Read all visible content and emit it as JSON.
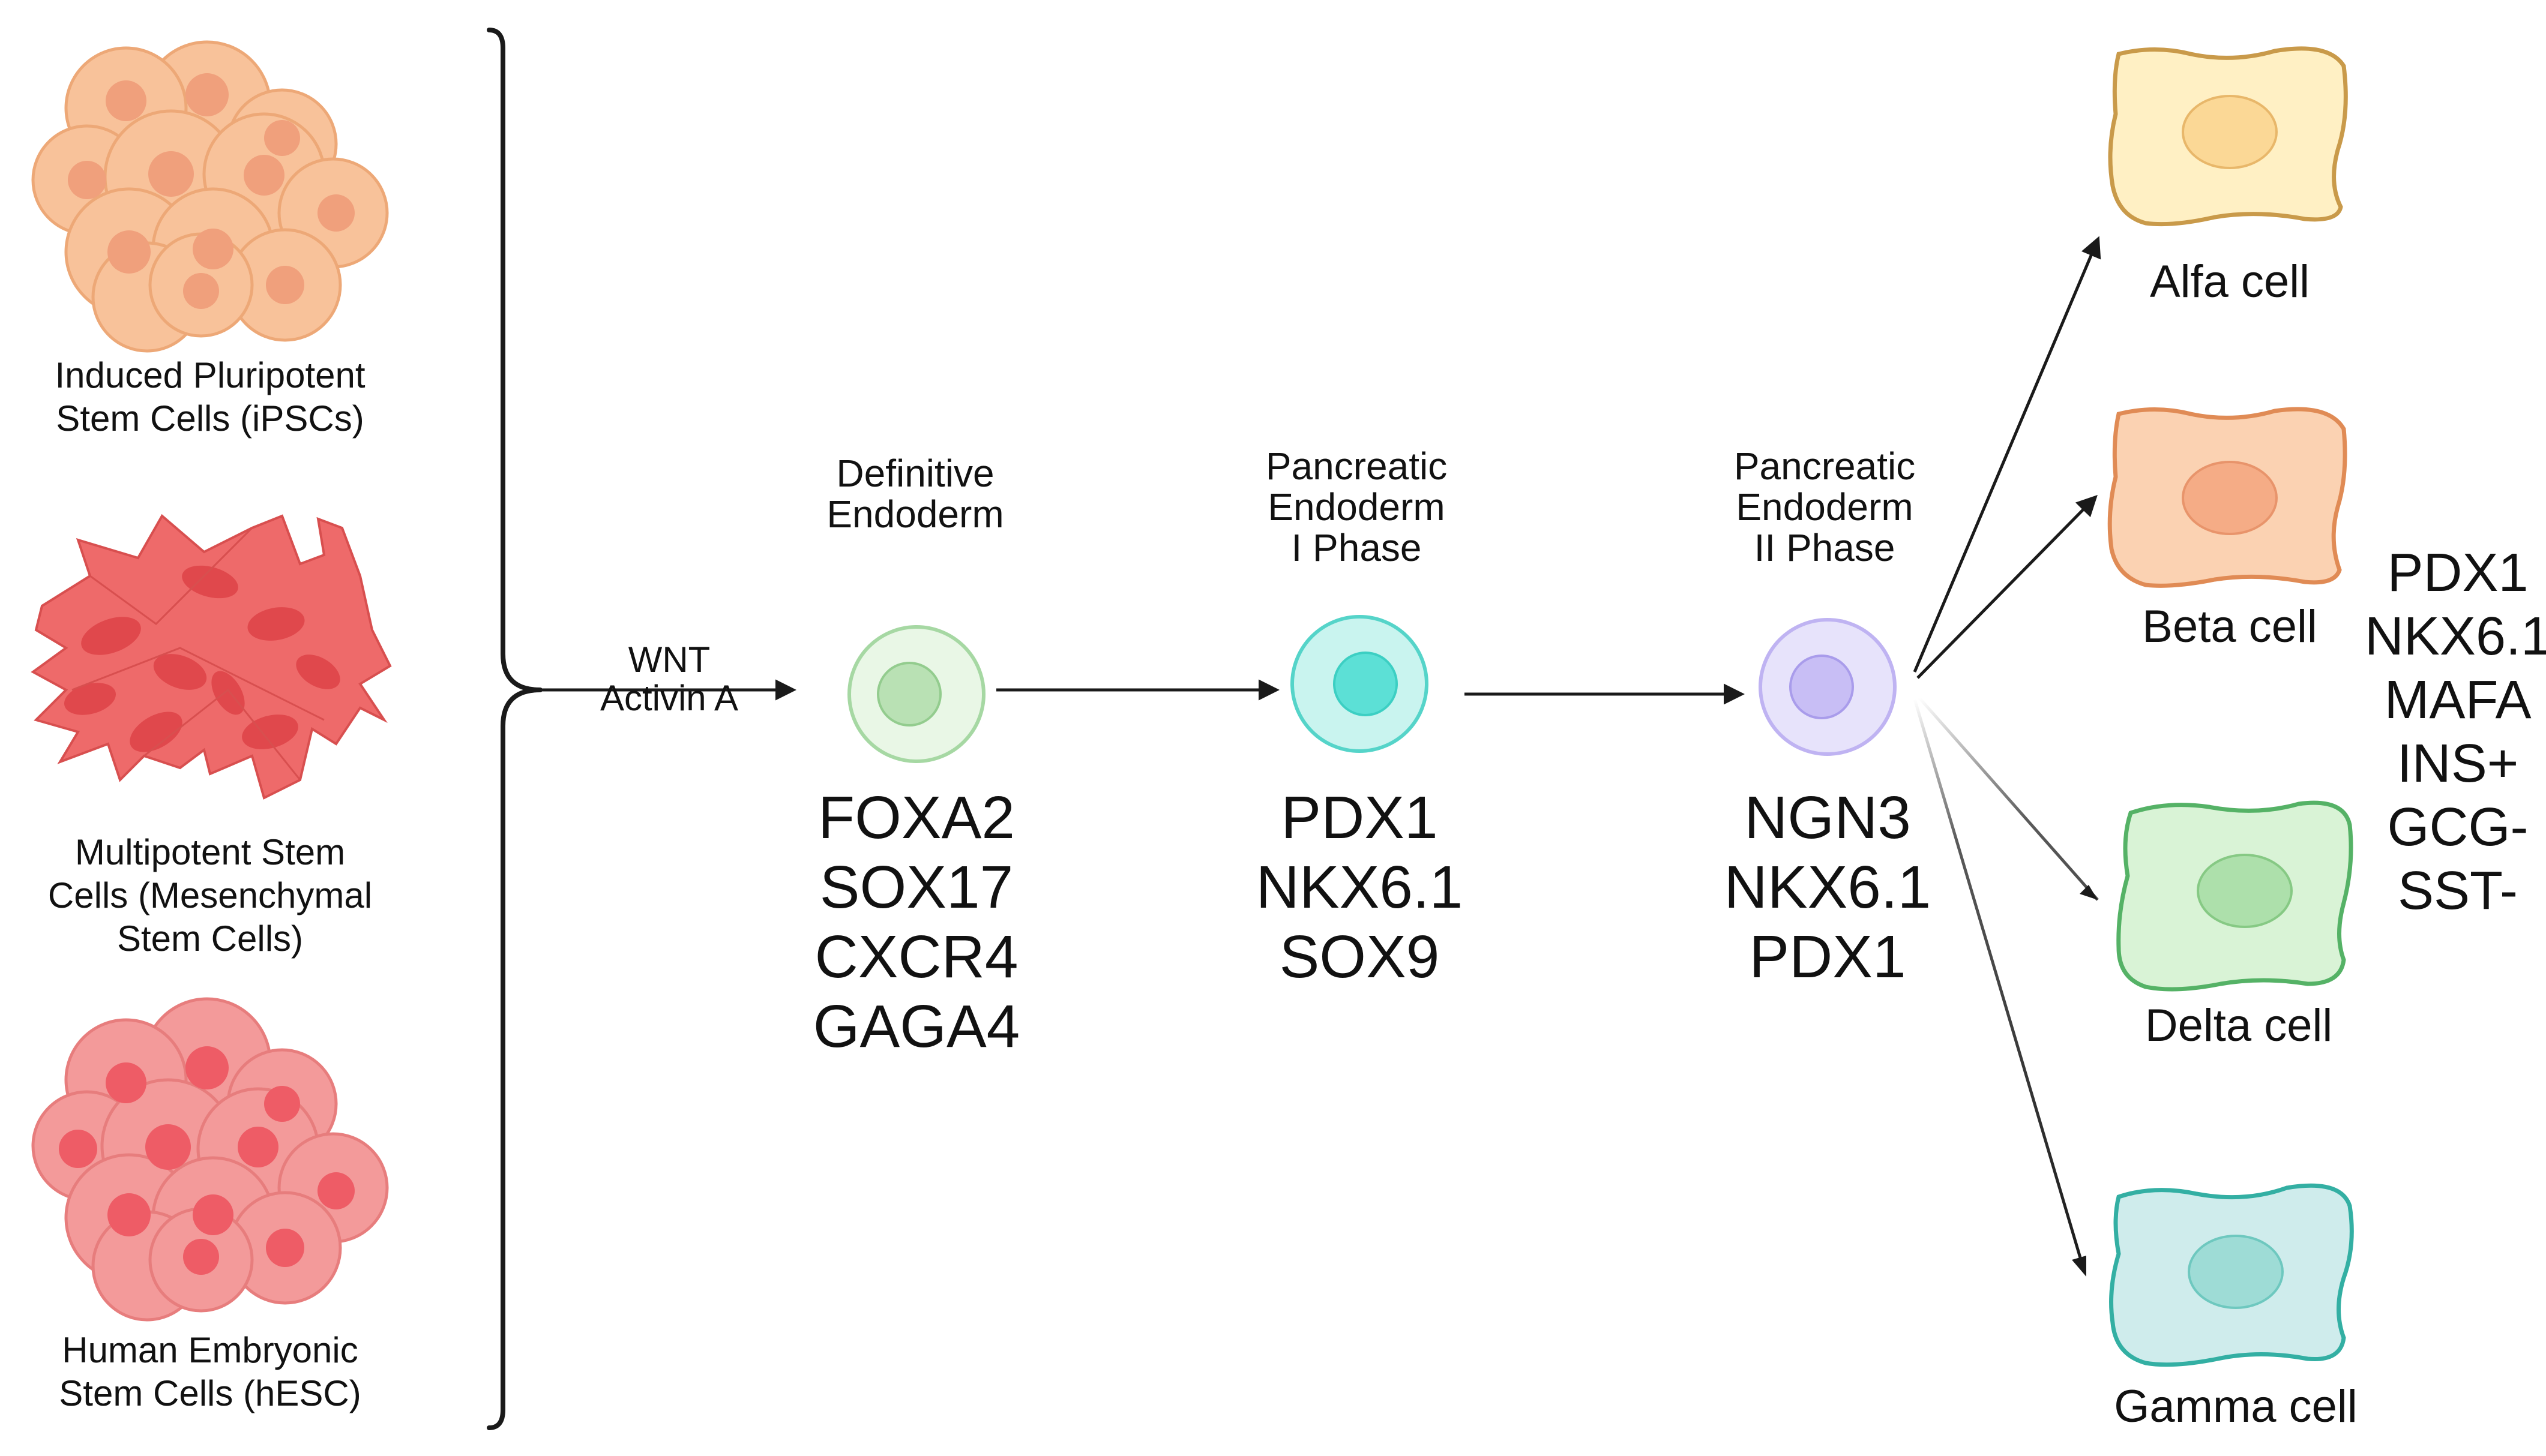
{
  "sources": [
    {
      "id": "ipsc",
      "lines": [
        "Induced Pluripotent",
        "Stem Cells (iPSCs)"
      ],
      "color": "#F8C29A"
    },
    {
      "id": "msc",
      "lines": [
        "Multipotent Stem",
        "Cells (Mesenchymal",
        "Stem Cells)"
      ],
      "color": "#EE6A6A"
    },
    {
      "id": "hesc",
      "lines": [
        "Human Embryonic",
        "Stem Cells (hESC)"
      ],
      "color": "#F39A9A"
    }
  ],
  "treatment": [
    "WNT",
    "Activin A"
  ],
  "stages": [
    {
      "title": [
        "Definitive",
        "Endoderm"
      ],
      "markers": [
        "FOXA2",
        "SOX17",
        "CXCR4",
        "GAGA4"
      ],
      "color": "#C7EBC4",
      "nucleus": "#A6D8A3"
    },
    {
      "title": [
        "Pancreatic",
        "Endoderm",
        "I Phase"
      ],
      "markers": [
        "PDX1",
        "NKX6.1",
        "SOX9"
      ],
      "color": "#BFF0EA",
      "nucleus": "#5CE0D6"
    },
    {
      "title": [
        "Pancreatic",
        "Endoderm",
        "II Phase"
      ],
      "markers": [
        "NGN3",
        "NKX6.1",
        "PDX1"
      ],
      "color": "#E0DBFA",
      "nucleus": "#C3B9F3"
    }
  ],
  "endocrine_cells": [
    {
      "name": "Alfa cell",
      "fill": "#FFF0C4",
      "stroke": "#C99A4A",
      "nucleus": "#FBD896"
    },
    {
      "name": "Beta cell",
      "fill": "#FBD2B2",
      "stroke": "#E08B55",
      "nucleus": "#F5AC86"
    },
    {
      "name": "Delta cell",
      "fill": "#D9F3D6",
      "stroke": "#55B266",
      "nucleus": "#ADE0AB"
    },
    {
      "name": "Gamma cell",
      "fill": "#CFECEC",
      "stroke": "#33AFA3",
      "nucleus": "#9EDCD6"
    }
  ],
  "beta_markers": [
    "PDX1",
    "NKX6.1",
    "MAFA",
    "INS+",
    "GCG-",
    "SST-"
  ]
}
